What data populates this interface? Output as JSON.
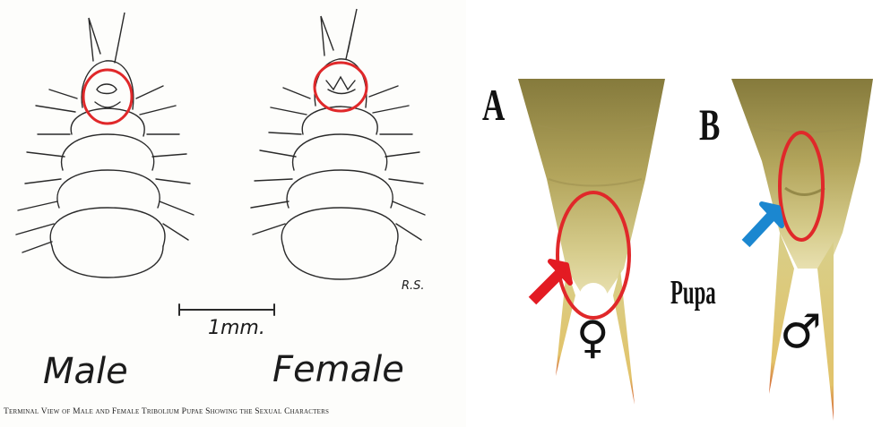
{
  "left_figure": {
    "label_male": "Male",
    "label_female": "Female",
    "scale_label": "1mm.",
    "initials": "R.S.",
    "caption": "Terminal View of Male and Female Tribolium Pupae Showing the Sexual Characters"
  },
  "right_figure": {
    "panel_a_label": "A",
    "panel_b_label": "B",
    "center_label": "Pupa",
    "female_symbol": "♀",
    "male_symbol": "♂"
  },
  "colors": {
    "highlight_circle": "#e0282a",
    "arrow_red": "#e31b23",
    "arrow_blue": "#1b87d0",
    "pupa_body": "#a79a4e"
  }
}
